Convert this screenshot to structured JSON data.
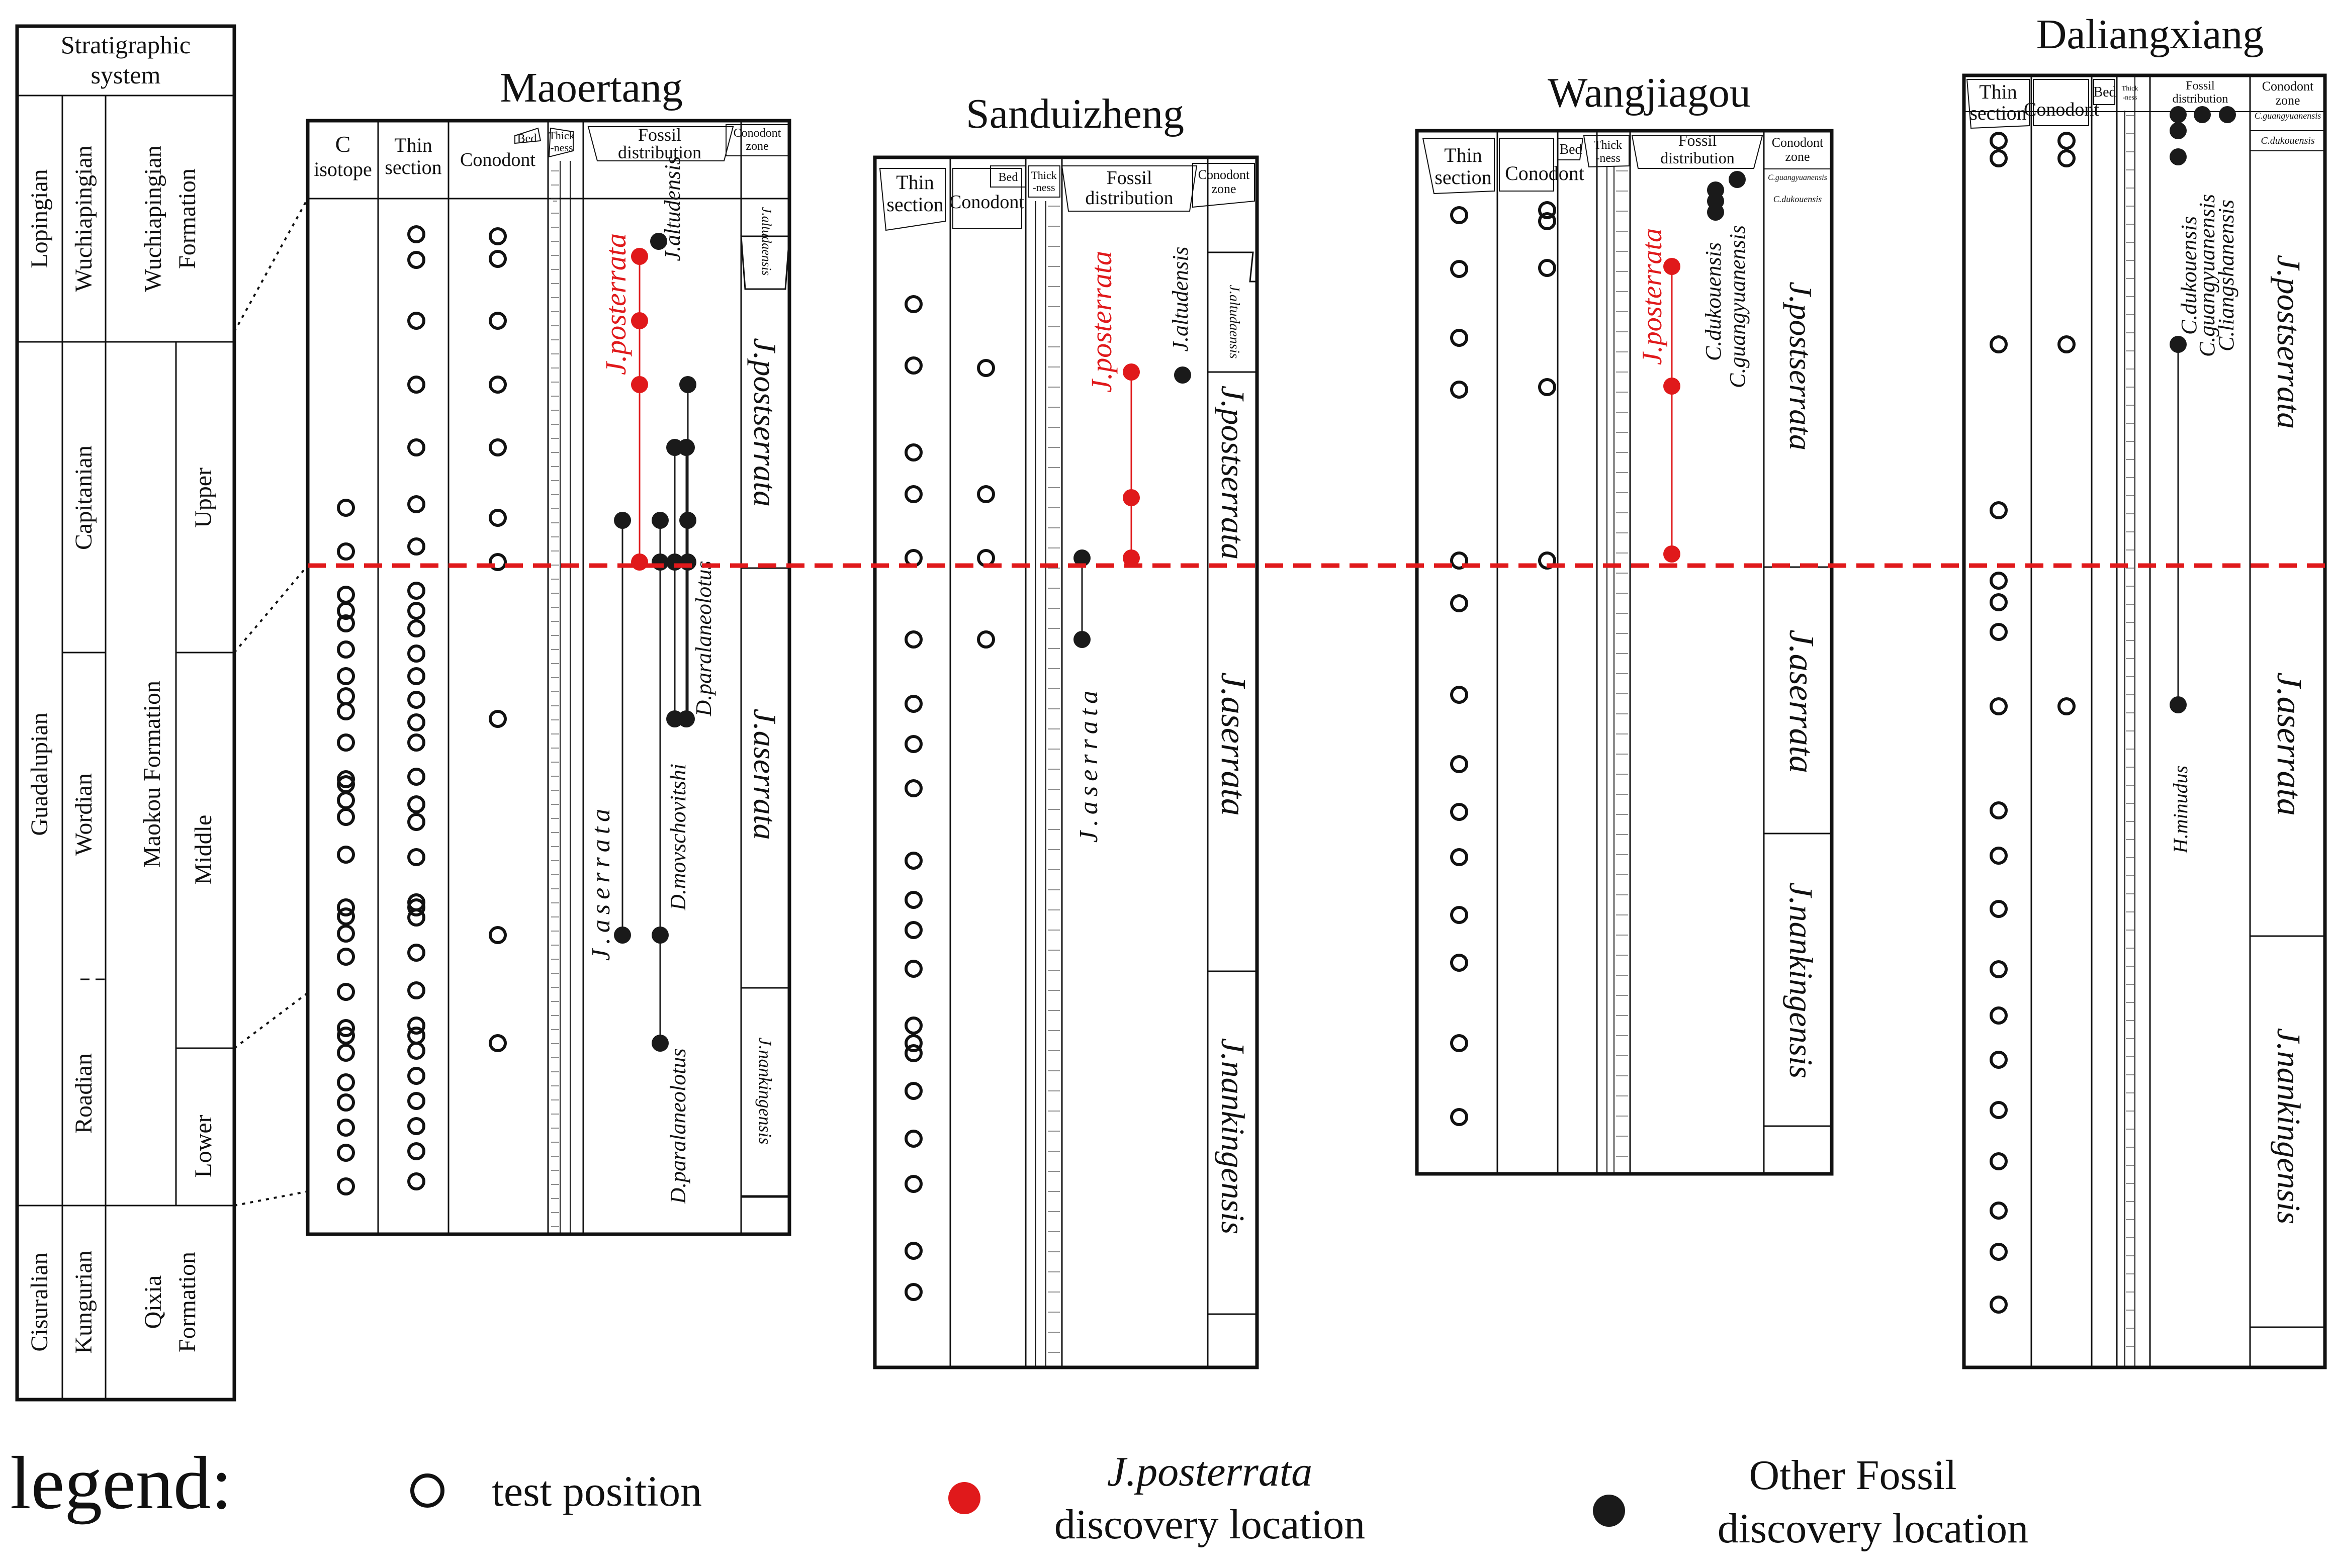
{
  "strat": {
    "header": [
      "Stratigraphic",
      "system"
    ],
    "series": [
      "Lopingian",
      "Guadalupian",
      "Cisuralian"
    ],
    "stages": [
      "Wuchiapingian",
      "Capitanian",
      "Wordian",
      "Roadian",
      "Kungurian"
    ],
    "formations": {
      "wuchiapingian": [
        "Wuchiapingian",
        "Formation"
      ],
      "maokou": "Maokou Formation",
      "qixia": [
        "Qixia",
        "Formation"
      ]
    },
    "members": [
      "Upper",
      "Middle",
      "Lower"
    ]
  },
  "sections": {
    "maoertang": {
      "title": "Maoertang",
      "headers": {
        "c_isotope": [
          "C",
          "isotope"
        ],
        "thin": [
          "Thin",
          "section"
        ],
        "conodont": "Conodont",
        "bed": "Bed",
        "thick": [
          "Thick",
          "-ness"
        ],
        "fossil": [
          "Fossil",
          "distribution"
        ],
        "zone": [
          "Conodont",
          "zone"
        ]
      },
      "zones": [
        "J.altudaensis",
        "J.postserrata",
        "J.aserrata",
        "J.nankingensis"
      ],
      "species": {
        "posterrata": "J.posterrata",
        "altudensis": "J.altudensis",
        "paralaneolotus1": "D.paralaneolotus",
        "movschovitshi": "D.movschovitshi",
        "aserrata": "J.aserrata",
        "paralaneolotus2": "D.paralaneolotus"
      }
    },
    "sanduizheng": {
      "title": "Sanduizheng",
      "headers": {
        "thin": [
          "Thin",
          "section"
        ],
        "conodont": "Conodont",
        "bed": "Bed",
        "thick": [
          "Thick",
          "-ness"
        ],
        "fossil": [
          "Fossil",
          "distribution"
        ],
        "zone": [
          "Conodont",
          "zone"
        ]
      },
      "zones": [
        "J.altudaensis",
        "J.postserrata",
        "J.aserrata",
        "J.nankingensis"
      ],
      "species": {
        "posterrata": "J.posterrata",
        "altudensis": "J.altudensis",
        "aserrata": "J.aserrata"
      }
    },
    "wangjiagou": {
      "title": "Wangjiagou",
      "headers": {
        "thin": [
          "Thin",
          "section"
        ],
        "conodont": "Conodont",
        "bed": "Bed",
        "thick": [
          "Thick",
          "-ness"
        ],
        "fossil": [
          "Fossil",
          "distribution"
        ],
        "zone": [
          "Conodont",
          "zone"
        ]
      },
      "zones": [
        "C.guangyuanensis",
        "C.dukouensis",
        "J.postserrata",
        "J.aserrata",
        "J.nankingensis"
      ],
      "species": {
        "posterrata": "J.posterrata",
        "dukouensis": "C.dukouensis",
        "guangyuanensis": "C.guangyuanensis"
      }
    },
    "daliangxiang": {
      "title": "Daliangxiang",
      "headers": {
        "thin": [
          "Thin",
          "section"
        ],
        "conodont": "Conodont",
        "bed": "Bed",
        "thick": [
          "Thick",
          "-ness"
        ],
        "fossil": [
          "Fossil",
          "distribution"
        ],
        "zone": [
          "Conodont",
          "zone"
        ]
      },
      "zones": [
        "C.guangyuanensis",
        "C.dukouensis",
        "J.postserrata",
        "J.aserrata",
        "J.nankingensis"
      ],
      "species": {
        "dukouensis": "C.dukouensis",
        "guangyuanensis": "C.guangyuanensis",
        "liangshanensis": "C.liangshanensis",
        "minudus": "H.minudus"
      }
    }
  },
  "legend": {
    "title": "legend:",
    "test": "test position",
    "posterrata_name": "J.posterrata",
    "posterrata_desc": "discovery location",
    "other_line1": "Other Fossil",
    "other_line2": "discovery location"
  },
  "colors": {
    "boundary": "#e0191b",
    "posterrata": "#e0191b",
    "other_fossil": "#1a1a1a",
    "line": "#111111"
  }
}
